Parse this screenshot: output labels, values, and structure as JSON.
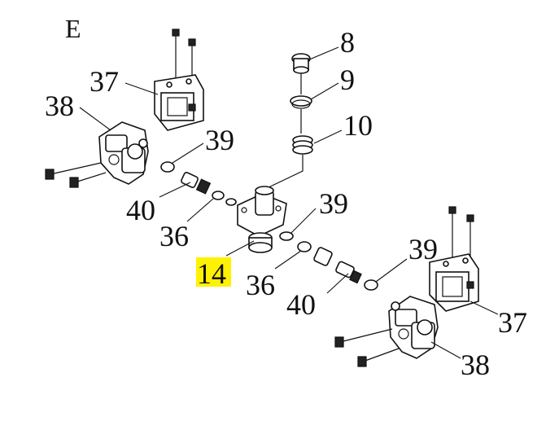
{
  "diagram": {
    "section_letter": "E",
    "highlight_color": "#fff200",
    "callouts": [
      {
        "id": "8",
        "text": "8"
      },
      {
        "id": "9",
        "text": "9"
      },
      {
        "id": "10",
        "text": "10"
      },
      {
        "id": "37a",
        "text": "37"
      },
      {
        "id": "38a",
        "text": "38"
      },
      {
        "id": "39a",
        "text": "39"
      },
      {
        "id": "40a",
        "text": "40"
      },
      {
        "id": "36a",
        "text": "36"
      },
      {
        "id": "39b",
        "text": "39"
      },
      {
        "id": "14",
        "text": "14",
        "highlighted": true
      },
      {
        "id": "36b",
        "text": "36"
      },
      {
        "id": "39c",
        "text": "39"
      },
      {
        "id": "40b",
        "text": "40"
      },
      {
        "id": "37b",
        "text": "37"
      },
      {
        "id": "38b",
        "text": "38"
      }
    ]
  }
}
